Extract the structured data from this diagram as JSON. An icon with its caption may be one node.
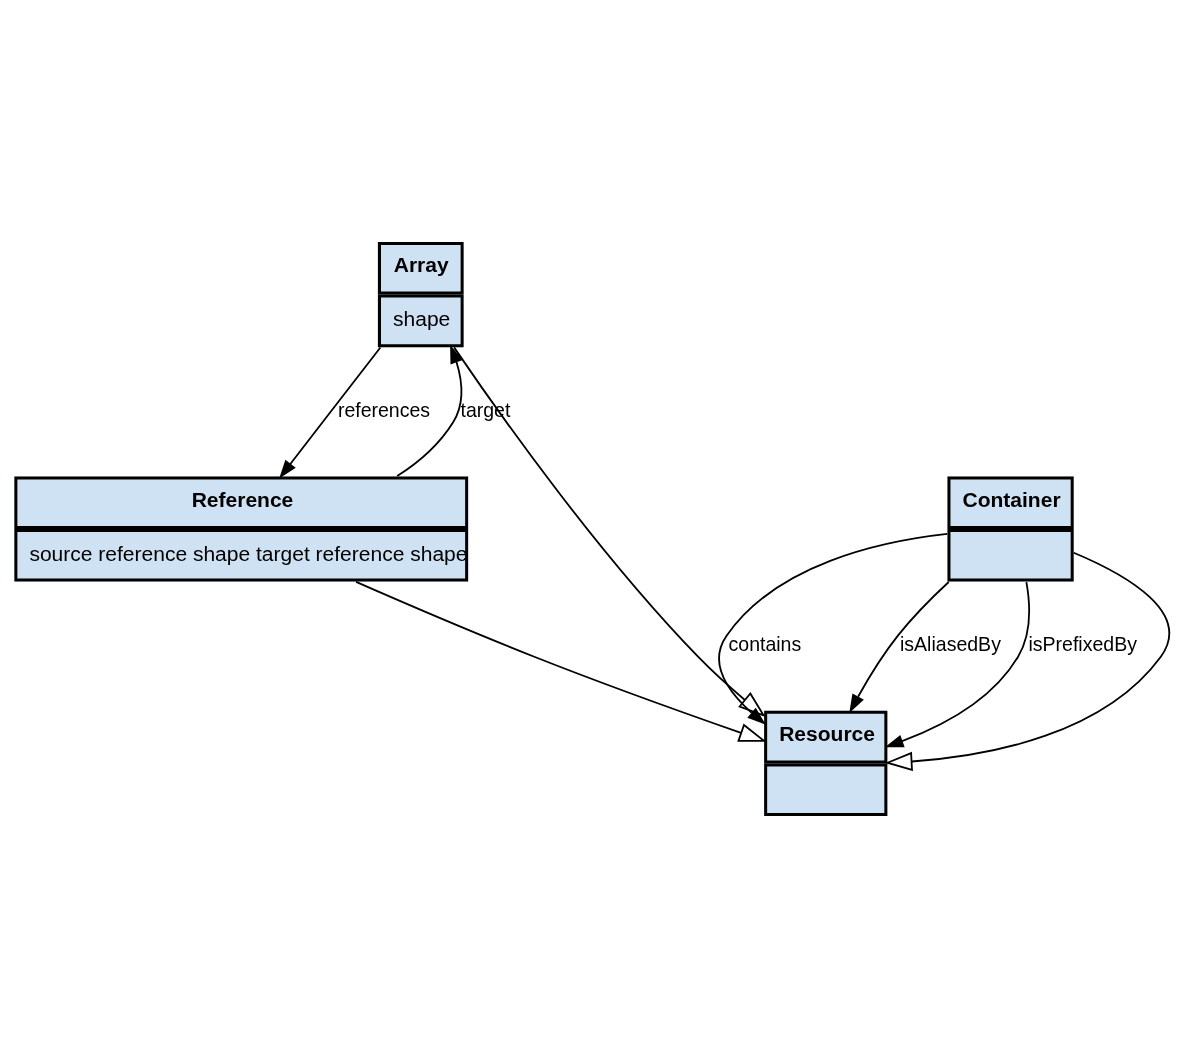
{
  "diagram": {
    "nodes": [
      {
        "text": [
          "Array",
          "shape"
        ]
      },
      {
        "text": [
          "Container"
        ]
      },
      {
        "text": [
          "Reference",
          "source reference shape target reference shape"
        ]
      },
      {
        "text": [
          "Resource"
        ]
      }
    ],
    "edges": [
      {
        "from": 1,
        "to": 3,
        "arrow": "to",
        "label": "contains"
      },
      {
        "from": 1,
        "to": 3,
        "arrow": "to",
        "label": "isAliasedBy"
      },
      {
        "from": 1,
        "to": 3,
        "arrow": "to",
        "label": "isPrefixedBy"
      },
      {
        "from": 0,
        "to": 2,
        "arrow": "to",
        "label": "references"
      },
      {
        "from": 2,
        "to": 0,
        "arrow": "to",
        "label": "target"
      },
      {
        "from": 0,
        "to": 3,
        "arrow": "to"
      },
      {
        "from": 1,
        "to": 3,
        "arrow": "to"
      },
      {
        "from": 2,
        "to": 3,
        "arrow": "to"
      }
    ]
  }
}
